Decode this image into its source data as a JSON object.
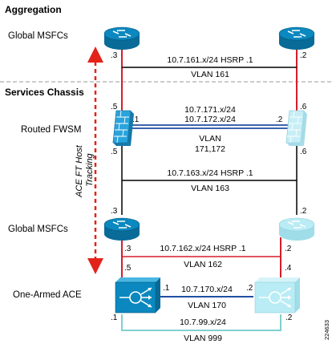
{
  "sections": {
    "aggregation": "Aggregation",
    "services_chassis": "Services Chassis"
  },
  "rows": {
    "global_msfcs_top": "Global MSFCs",
    "routed_fwsm": "Routed FWSM",
    "global_msfcs_bottom": "Global MSFCs",
    "one_armed_ace": "One-Armed ACE"
  },
  "tracking_label": "ACE FT Host\nTracking",
  "links": {
    "vlan161": {
      "subnet": "10.7.161.x/24 HSRP .1",
      "vlan": "VLAN 161"
    },
    "vlan171_172": {
      "subnet1": "10.7.171.x/24",
      "subnet2": "10.7.172.x/24",
      "vlan": "VLAN",
      "vlan_ids": "171,172"
    },
    "vlan163": {
      "subnet": "10.7.163.x/24 HSRP .1",
      "vlan": "VLAN 163"
    },
    "vlan162": {
      "subnet": "10.7.162.x/24 HSRP .1",
      "vlan": "VLAN 162"
    },
    "vlan170": {
      "subnet": "10.7.170.x/24",
      "vlan": "VLAN 170"
    },
    "vlan999": {
      "subnet": "10.7.99.x/24",
      "vlan": "VLAN 999"
    }
  },
  "host_ids": {
    "agg_left": ".3",
    "agg_right": ".2",
    "fwsm_left_top": ".5",
    "fwsm_right_top": ".6",
    "fwsm_left_inner": ".1",
    "fwsm_right_inner": ".2",
    "fwsm_left_bottom": ".5",
    "fwsm_right_bottom": ".6",
    "msfc_left_top": ".3",
    "msfc_right_top": ".2",
    "msfc_left_bottom": ".3",
    "msfc_right_bottom": ".2",
    "ace_left_top": ".5",
    "ace_right_top": ".4",
    "ace_left_inner": ".1",
    "ace_right_inner": ".2",
    "ace_left_bottom": ".1",
    "ace_right_bottom": ".2"
  },
  "figure_id": "224633",
  "colors": {
    "router_active": "#0b88bf",
    "router_standby": "#b9ecf5",
    "firewall_active": "#2aa4dc",
    "firewall_standby": "#c6eef6",
    "red_link": "#d51d2b",
    "blue_link": "#1f4fa3",
    "teal_link": "#7fd0cf",
    "separator": "#9a9a9a",
    "tracking_arrow": "#e2231a"
  },
  "icons": {
    "router": "router-icon",
    "firewall": "firewall-icon",
    "load_balancer": "load-balancer-icon"
  }
}
